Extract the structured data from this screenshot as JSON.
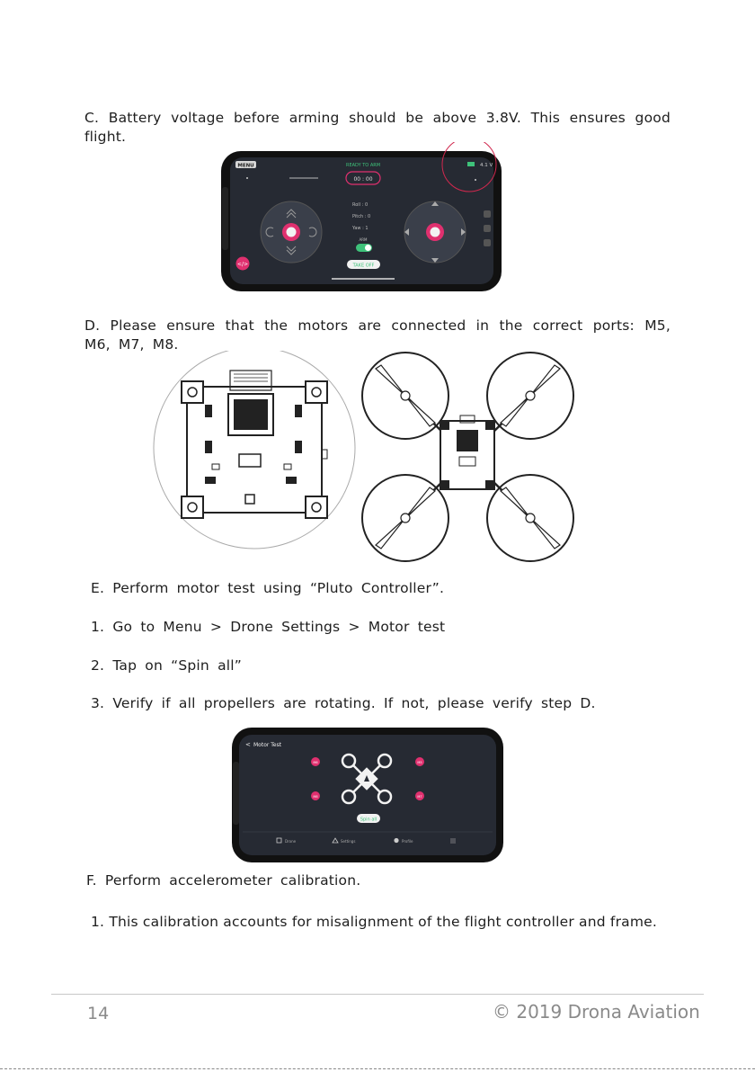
{
  "steps": {
    "c_text": "C. Battery voltage before arming should be above 3.8V. This ensures good flight.",
    "d_text": "D. Please ensure that the motors are connected in the correct ports: M5, M6, M7, M8.",
    "e_text": "E. Perform motor test using “Pluto Controller”.",
    "e1": "1. Go to Menu > Drone Settings > Motor test",
    "e2": "2. Tap on “Spin all”",
    "e3": "3. Verify if all propellers are rotating. If not, please verify step D.",
    "f_text": "F. Perform accelerometer calibration.",
    "f1": "1. This calibration accounts for misalignment of the flight controller and frame."
  },
  "controller_screen": {
    "menu_label": "MENU",
    "status": "READY TO ARM",
    "timer": "00 : 00",
    "battery_voltage": "4.1 V",
    "roll": "Roll : 0",
    "pitch": "Pitch : 0",
    "yaw": "Yaw : 1",
    "arm_label": "ARM",
    "takeoff_label": "TAKE OFF"
  },
  "motor_test_screen": {
    "title": "Motor Test",
    "motors": [
      "M6",
      "M5",
      "M8",
      "M7"
    ],
    "spin_label": "Spin all",
    "nav": [
      "Drone",
      "Settings",
      "Profile",
      ""
    ]
  },
  "colors": {
    "accent_pink": "#e0306f",
    "accent_green": "#3ec27a",
    "screen_bg": "#262a33",
    "circle_red": "#d0284e"
  },
  "footer": {
    "page_number": "14",
    "copyright": "© 2019 Drona Aviation"
  }
}
